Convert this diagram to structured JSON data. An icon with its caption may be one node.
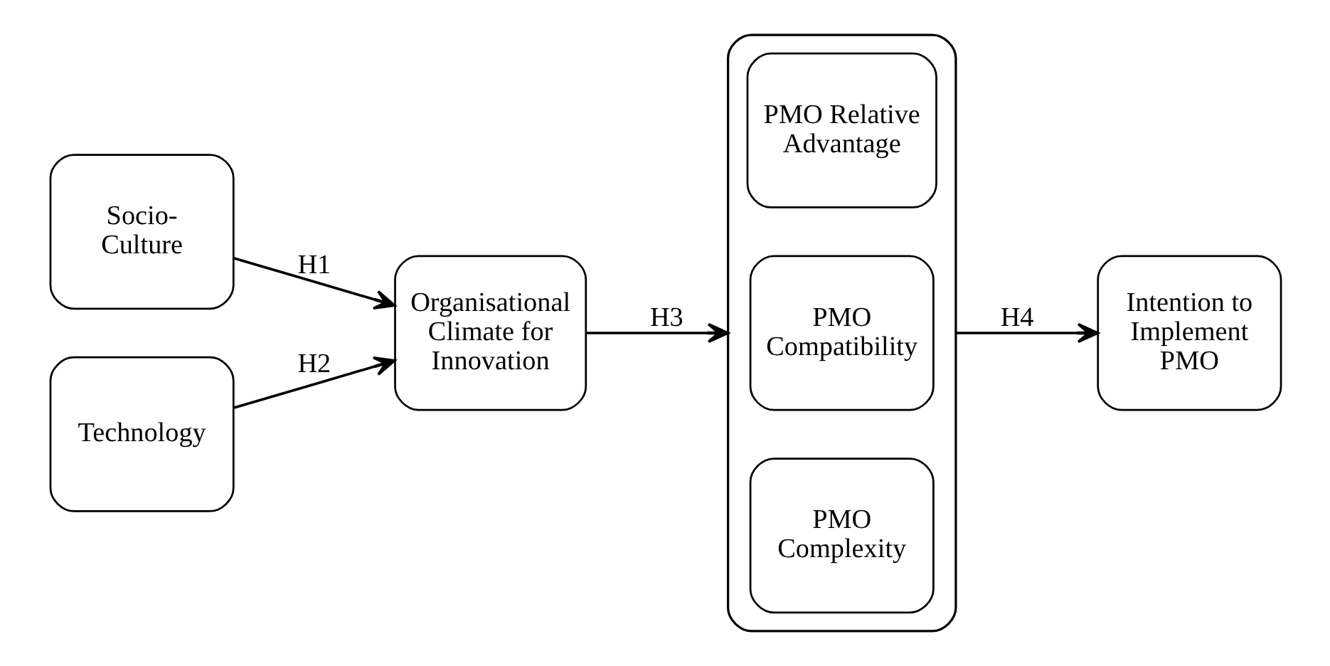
{
  "diagram": {
    "nodes": [
      {
        "text": [
          "Socio- Culture"
        ]
      },
      {
        "text": [
          "Technology"
        ]
      },
      {
        "text": [
          "Organisational Climate for Innovation"
        ]
      },
      {
        "text": [],
        "shape": "box"
      },
      {
        "text": [
          "PMO Relative Advantage"
        ],
        "in": 3
      },
      {
        "text": [
          "PMO Compatibility"
        ],
        "in": 3
      },
      {
        "text": [
          "PMO Complexity"
        ],
        "in": 3
      },
      {
        "text": [
          "Intention to Implement PMO"
        ]
      }
    ],
    "edges": [
      {
        "from": 0,
        "to": 2,
        "arrow": "to",
        "label": "H1"
      },
      {
        "from": 1,
        "to": 2,
        "arrow": "to",
        "label": "H2"
      },
      {
        "from": 2,
        "to": 3,
        "arrow": "to",
        "label": "H3"
      },
      {
        "from": 3,
        "to": 7,
        "arrow": "to",
        "label": "H4"
      }
    ]
  }
}
